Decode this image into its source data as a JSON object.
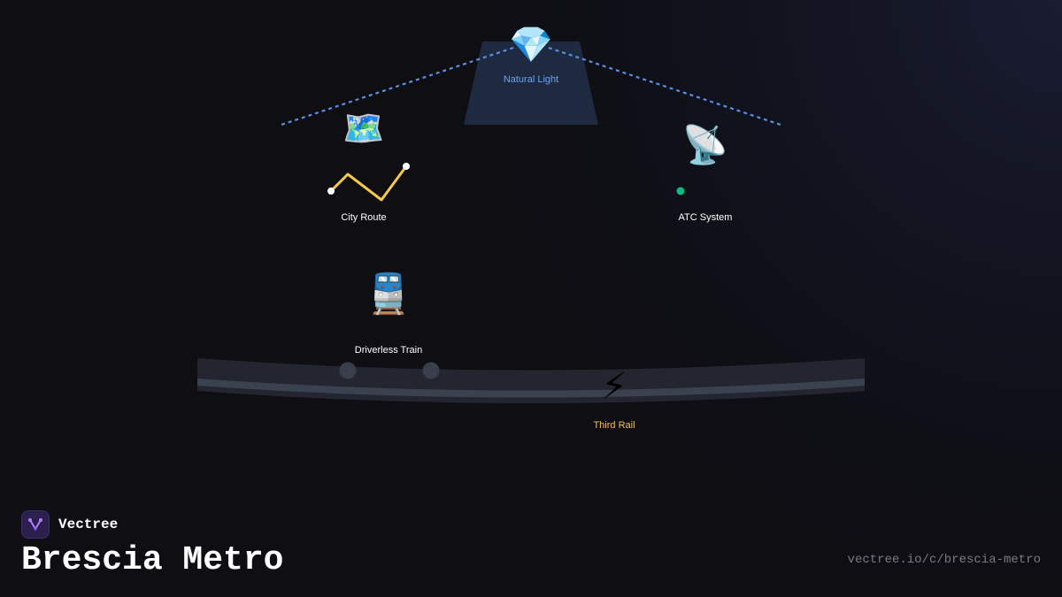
{
  "nodes": {
    "natural_light": {
      "icon": "gem-icon",
      "glyph": "💎",
      "label": "Natural Light"
    },
    "city_route": {
      "icon": "map-icon",
      "glyph": "🗺️",
      "label": "City Route"
    },
    "atc_system": {
      "icon": "satellite-dish-icon",
      "glyph": "📡",
      "label": "ATC System"
    },
    "driverless_train": {
      "icon": "train-icon",
      "glyph": "🚆",
      "label": "Driverless Train"
    },
    "third_rail": {
      "icon": "lightning-icon",
      "glyph": "⚡",
      "label": "Third Rail"
    }
  },
  "colors": {
    "background": "#0e0e13",
    "dashed_line": "#5b8fe0",
    "natural_light_label": "#6ea0f0",
    "third_rail_label": "#f4c152",
    "route_line": "#f4c84a",
    "atc_dot": "#10b981",
    "track": "#2a2e38",
    "rail": "#3a4250"
  },
  "brand": {
    "name": "Vectree",
    "icon": "vectree-logo-icon"
  },
  "title": "Brescia Metro",
  "url": "vectree.io/c/brescia-metro"
}
